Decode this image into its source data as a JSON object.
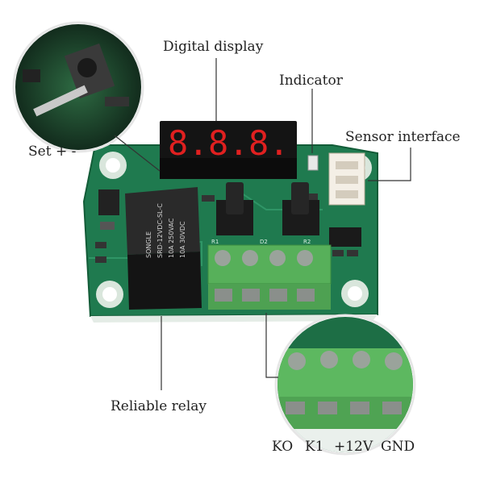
{
  "labels": {
    "digital_display": "Digital display",
    "indicator": "Indicator",
    "sensor_interface": "Sensor interface",
    "set_buttons": "Set + -",
    "reliable_relay": "Reliable relay"
  },
  "terminals": [
    "KO",
    "K1",
    "+12V",
    "GND"
  ],
  "display_digits": "888",
  "relay_text": [
    "SONGLE",
    "SRD-12VDC-SL-C",
    "10A 250VAC",
    "10A 30VDC"
  ],
  "pcb_marks": [
    "R1",
    "D2",
    "R2"
  ],
  "colors": {
    "pcb": "#1f7a4f",
    "terminal_block": "#57b05a",
    "relay": "#1d1d1d",
    "display_segment": "#e02020"
  }
}
